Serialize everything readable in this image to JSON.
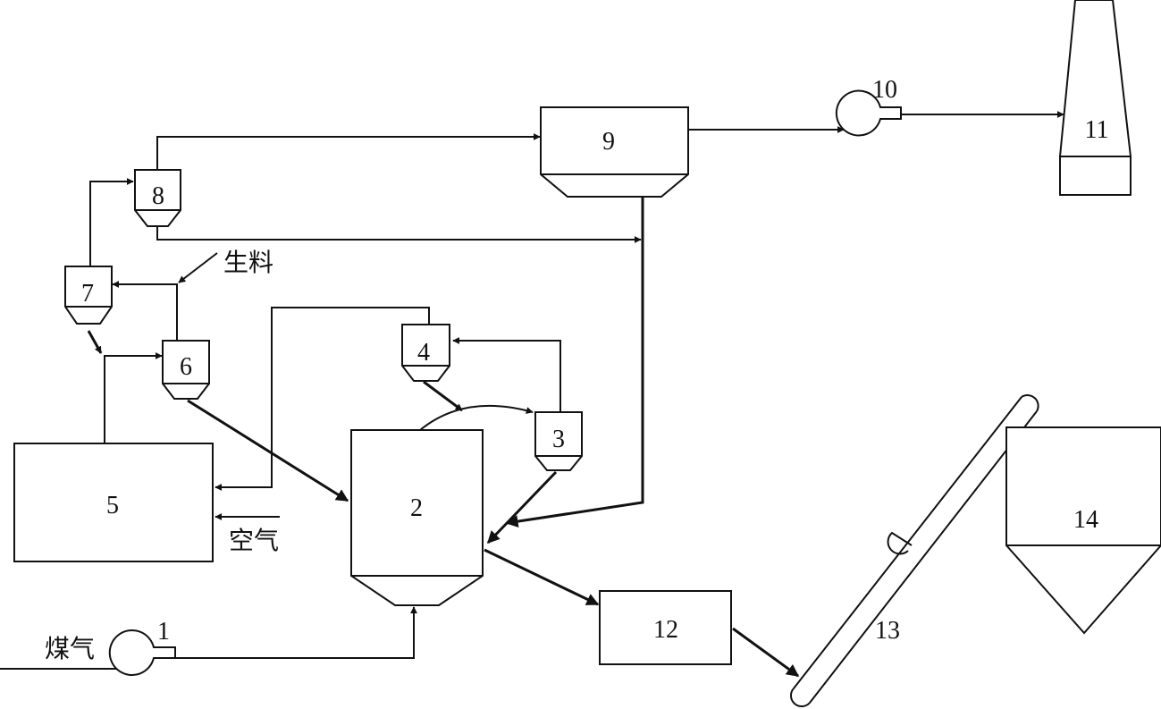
{
  "equipment_labels": {
    "e1": "1",
    "e2": "2",
    "e3": "3",
    "e4": "4",
    "e5": "5",
    "e6": "6",
    "e7": "7",
    "e8": "8",
    "e9": "9",
    "e10": "10",
    "e11": "11",
    "e12": "12",
    "e13": "13",
    "e14": "14"
  },
  "stream_labels": {
    "raw_meal": "生料",
    "air": "空气",
    "coal_gas": "煤气"
  },
  "colors": {
    "line": "#111111",
    "background": "#ffffff"
  }
}
